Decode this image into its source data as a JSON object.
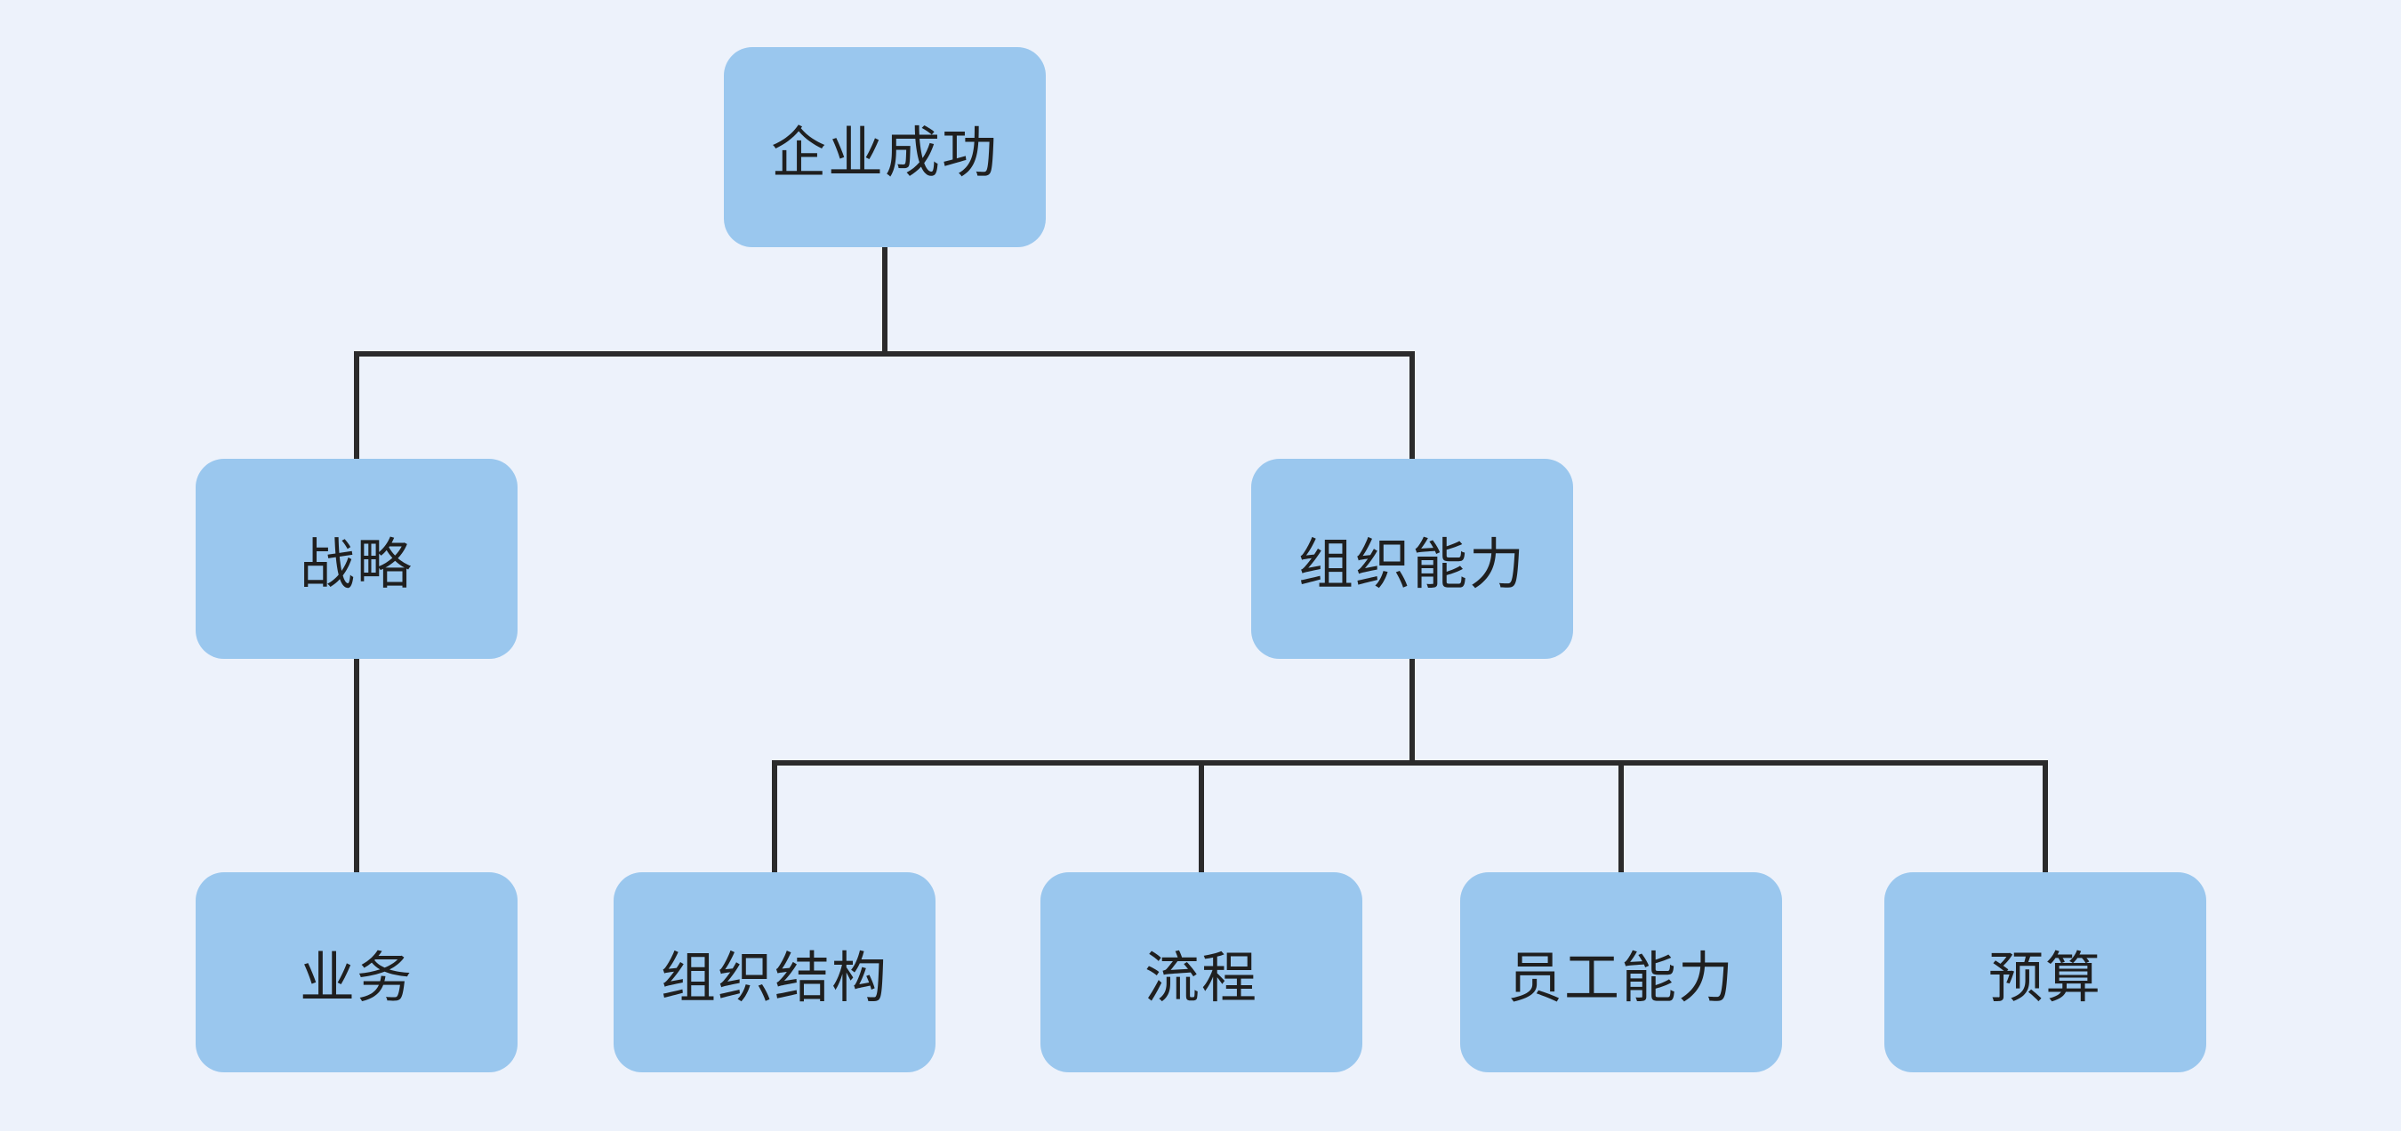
{
  "diagram": {
    "colors": {
      "background": "#edf2fb",
      "node_fill": "#9ac7ee",
      "connector": "#2b2b2b",
      "text": "#1f1f1f"
    },
    "tree": {
      "label": "企业成功",
      "children": [
        {
          "label": "战略",
          "children": [
            {
              "label": "业务",
              "children": []
            }
          ]
        },
        {
          "label": "组织能力",
          "children": [
            {
              "label": "组织结构",
              "children": []
            },
            {
              "label": "流程",
              "children": []
            },
            {
              "label": "员工能力",
              "children": []
            },
            {
              "label": "预算",
              "children": []
            }
          ]
        }
      ]
    }
  }
}
